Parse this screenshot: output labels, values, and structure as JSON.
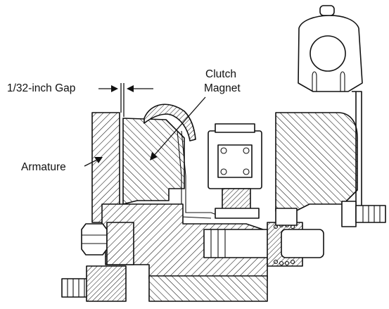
{
  "labels": {
    "gap": "1/32-inch Gap",
    "clutch_line1": "Clutch",
    "clutch_line2": "Magnet",
    "armature": "Armature"
  }
}
